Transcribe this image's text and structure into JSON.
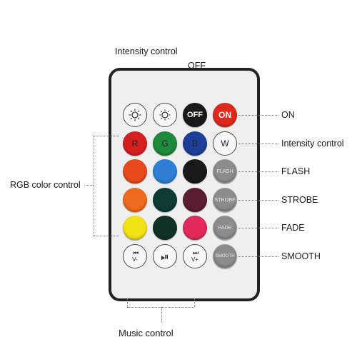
{
  "callouts": {
    "intensity_top": "Intensity control",
    "off_top": "OFF",
    "on": "ON",
    "intensity_right": "Intensity control",
    "flash": "FLASH",
    "strobe": "STROBE",
    "fade": "FADE",
    "smooth": "SMOOTH",
    "rgb": "RGB  color control",
    "music": "Music control"
  },
  "buttons": {
    "bright_up_icon": "sun-plus-icon",
    "bright_down_icon": "sun-minus-icon",
    "off": "OFF",
    "on": "ON",
    "r": "R",
    "g": "G",
    "b": "B",
    "w": "W",
    "flash": "FLASH",
    "strobe": "STROBE",
    "fade": "FADE",
    "smooth": "SMOOTH",
    "prev_symbol": "⏮",
    "prev_sub": "V-",
    "play_symbol": "⏯",
    "next_symbol": "⏭",
    "next_sub": "V+"
  },
  "colors": {
    "body": "#222222",
    "face": "#efefef",
    "off": "#1a1a1a",
    "on": "#e0281c",
    "red": "#d61f1f",
    "green": "#1e8a3c",
    "blue": "#1c3f9a",
    "orange_red": "#e84a1e",
    "sky_blue": "#2f7fd6",
    "black": "#1a1a1a",
    "orange": "#ee6a1f",
    "dark_teal": "#0e3b36",
    "dark_purple": "#5a1e33",
    "yellow": "#f2e315",
    "dark_green": "#0f3326",
    "pink": "#e32a5a",
    "gray": "#8c8c8c"
  }
}
